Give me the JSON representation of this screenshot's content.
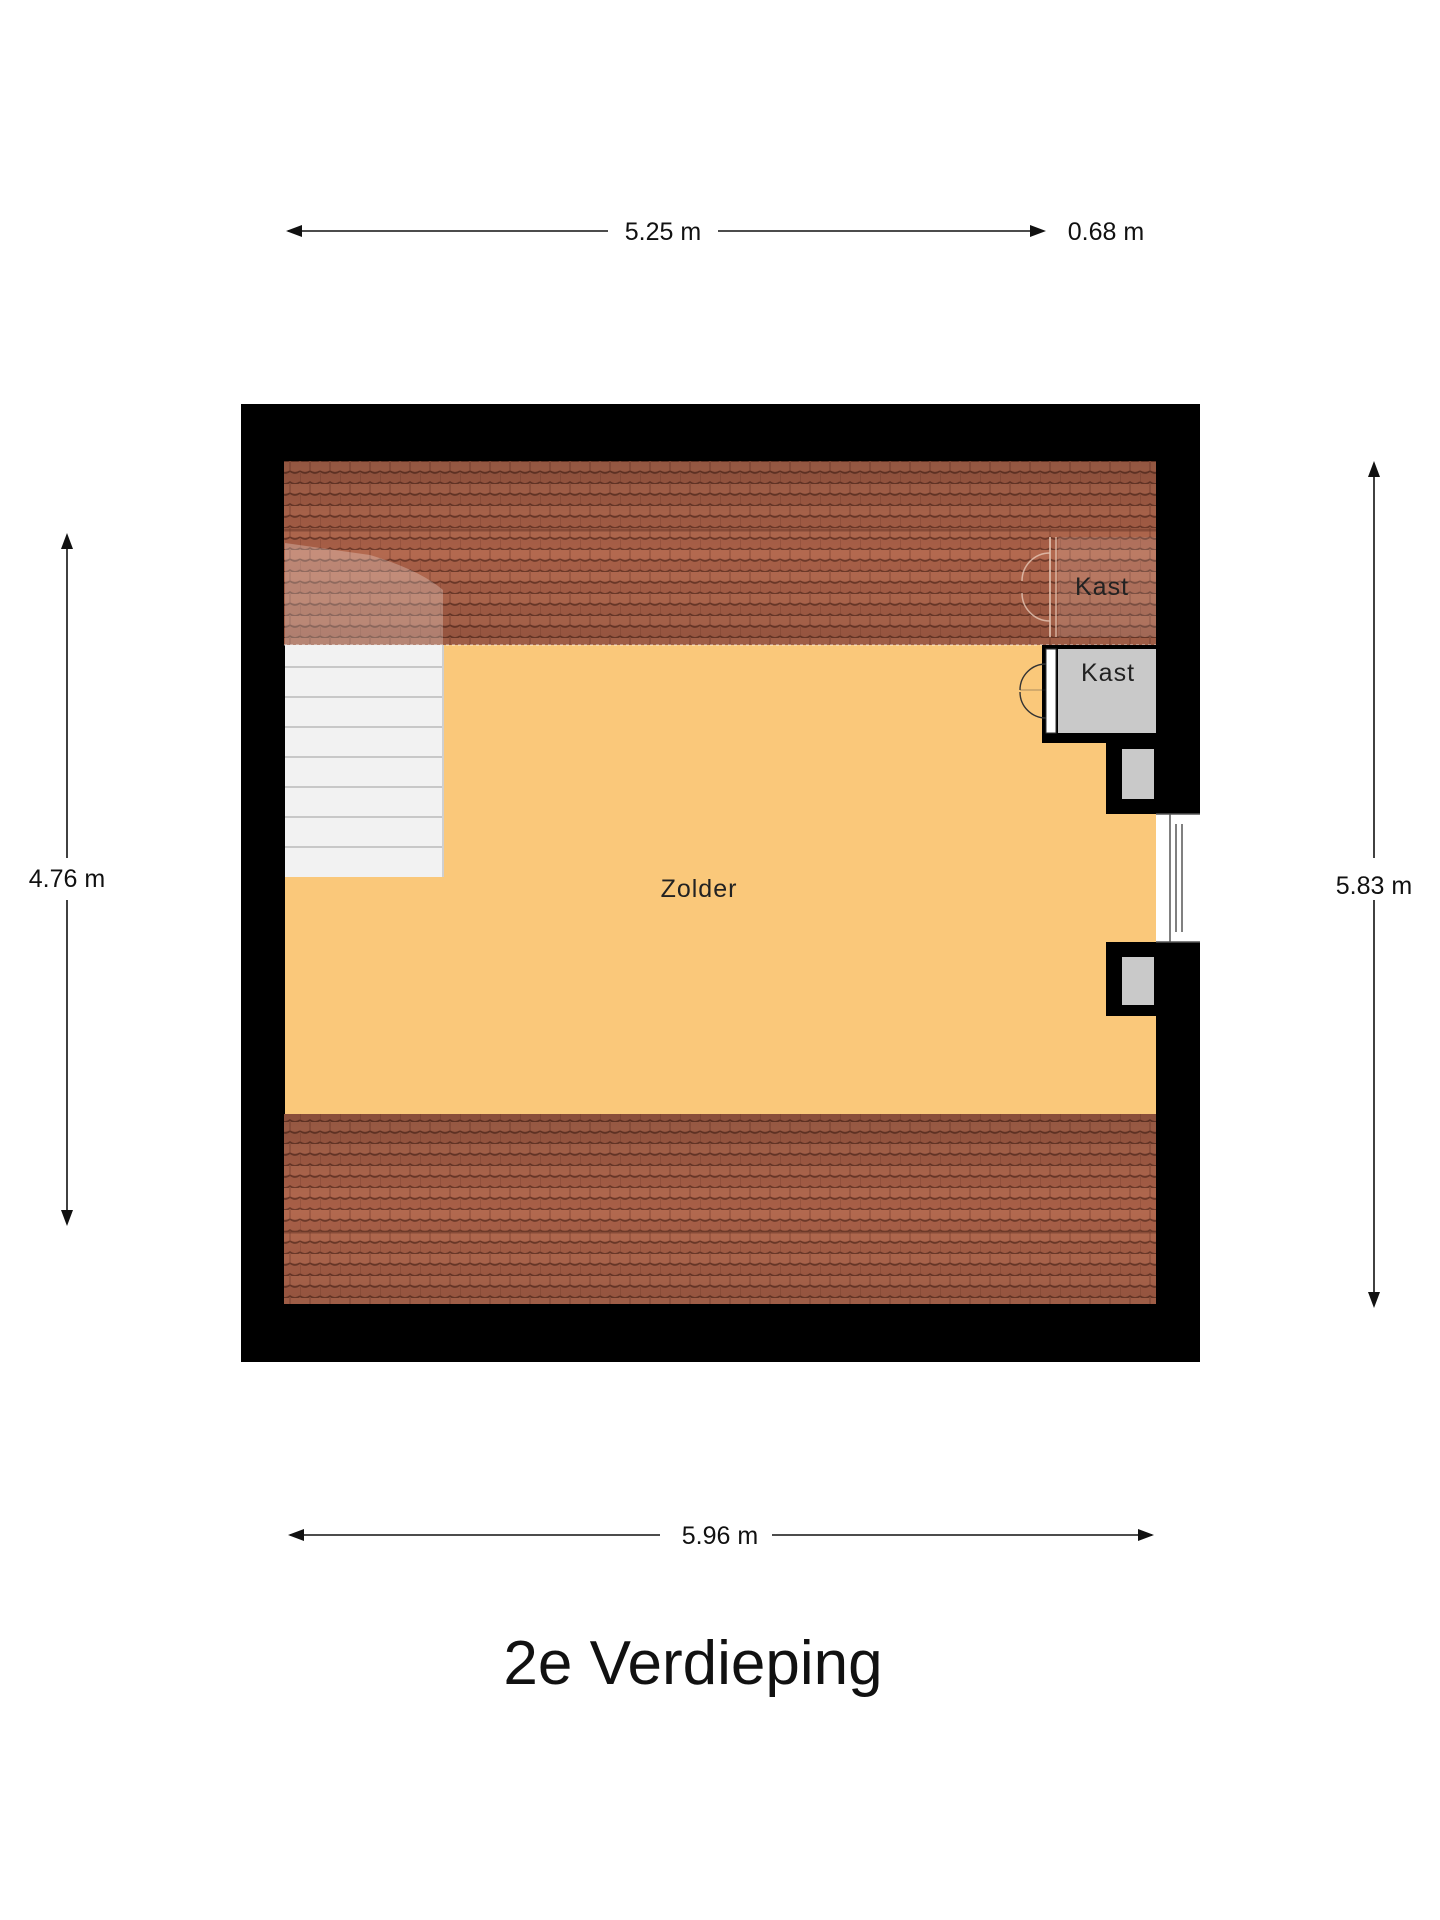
{
  "title": "2e Verdieping",
  "dimensions": {
    "top_main": "5.25 m",
    "top_extra": "0.68 m",
    "left": "4.76 m",
    "right": "5.83 m",
    "bottom": "5.96 m"
  },
  "rooms": {
    "zolder": "Zolder",
    "kast_upper": "Kast",
    "kast_lower": "Kast"
  },
  "colors": {
    "wall": "#000000",
    "floor": "#fac87a",
    "roof_tile": "#a85f47",
    "closet": "#c9c9c9",
    "stair": "#f2f2f2"
  }
}
